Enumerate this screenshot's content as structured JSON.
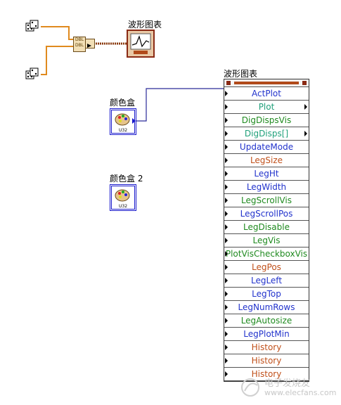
{
  "diagram": {
    "waveform_chart_label": "波形图表",
    "property_node_label": "波形图表",
    "color_box_1_label": "颜色盒",
    "color_box_2_label": "颜色盒 2",
    "bundle_labels": [
      "DBL",
      "DBL"
    ],
    "u32_label": "U32"
  },
  "property_node": {
    "rows": [
      {
        "label": "ActPlot",
        "color": "#2233cc",
        "out_arrow": false
      },
      {
        "label": "Plot",
        "color": "#20a07a",
        "out_arrow": true
      },
      {
        "label": "DigDispsVis",
        "color": "#1f8a1f",
        "out_arrow": false
      },
      {
        "label": "DigDisps[]",
        "color": "#20a07a",
        "out_arrow": true
      },
      {
        "label": "UpdateMode",
        "color": "#2233cc",
        "out_arrow": false
      },
      {
        "label": "LegSize",
        "color": "#c0501a",
        "out_arrow": false
      },
      {
        "label": "LegHt",
        "color": "#2233cc",
        "out_arrow": false
      },
      {
        "label": "LegWidth",
        "color": "#2233cc",
        "out_arrow": false
      },
      {
        "label": "LegScrollVis",
        "color": "#1f8a1f",
        "out_arrow": false
      },
      {
        "label": "LegScrollPos",
        "color": "#2233cc",
        "out_arrow": false
      },
      {
        "label": "LegDisable",
        "color": "#1f8a1f",
        "out_arrow": false
      },
      {
        "label": "LegVis",
        "color": "#1f8a1f",
        "out_arrow": false
      },
      {
        "label": "PlotVisCheckboxVis",
        "color": "#1f8a1f",
        "out_arrow": false
      },
      {
        "label": "LegPos",
        "color": "#c0501a",
        "out_arrow": false
      },
      {
        "label": "LegLeft",
        "color": "#2233cc",
        "out_arrow": false
      },
      {
        "label": "LegTop",
        "color": "#2233cc",
        "out_arrow": false
      },
      {
        "label": "LegNumRows",
        "color": "#2233cc",
        "out_arrow": false
      },
      {
        "label": "LegAutosize",
        "color": "#1f8a1f",
        "out_arrow": false
      },
      {
        "label": "LegPlotMin",
        "color": "#2233cc",
        "out_arrow": false
      },
      {
        "label": "History",
        "color": "#c0501a",
        "out_arrow": false
      },
      {
        "label": "History",
        "color": "#c0501a",
        "out_arrow": false
      },
      {
        "label": "History",
        "color": "#c0501a",
        "out_arrow": false
      }
    ]
  },
  "watermark": {
    "line1": "电子发烧友",
    "line2": "www.elecfans.com"
  }
}
